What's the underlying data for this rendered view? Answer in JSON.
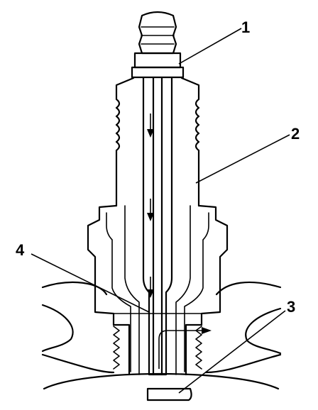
{
  "diagram": {
    "callouts": [
      {
        "id": "1",
        "label": "1"
      },
      {
        "id": "2",
        "label": "2"
      },
      {
        "id": "3",
        "label": "3"
      },
      {
        "id": "4",
        "label": "4"
      }
    ],
    "line_color": "#000000",
    "background": "#ffffff"
  }
}
